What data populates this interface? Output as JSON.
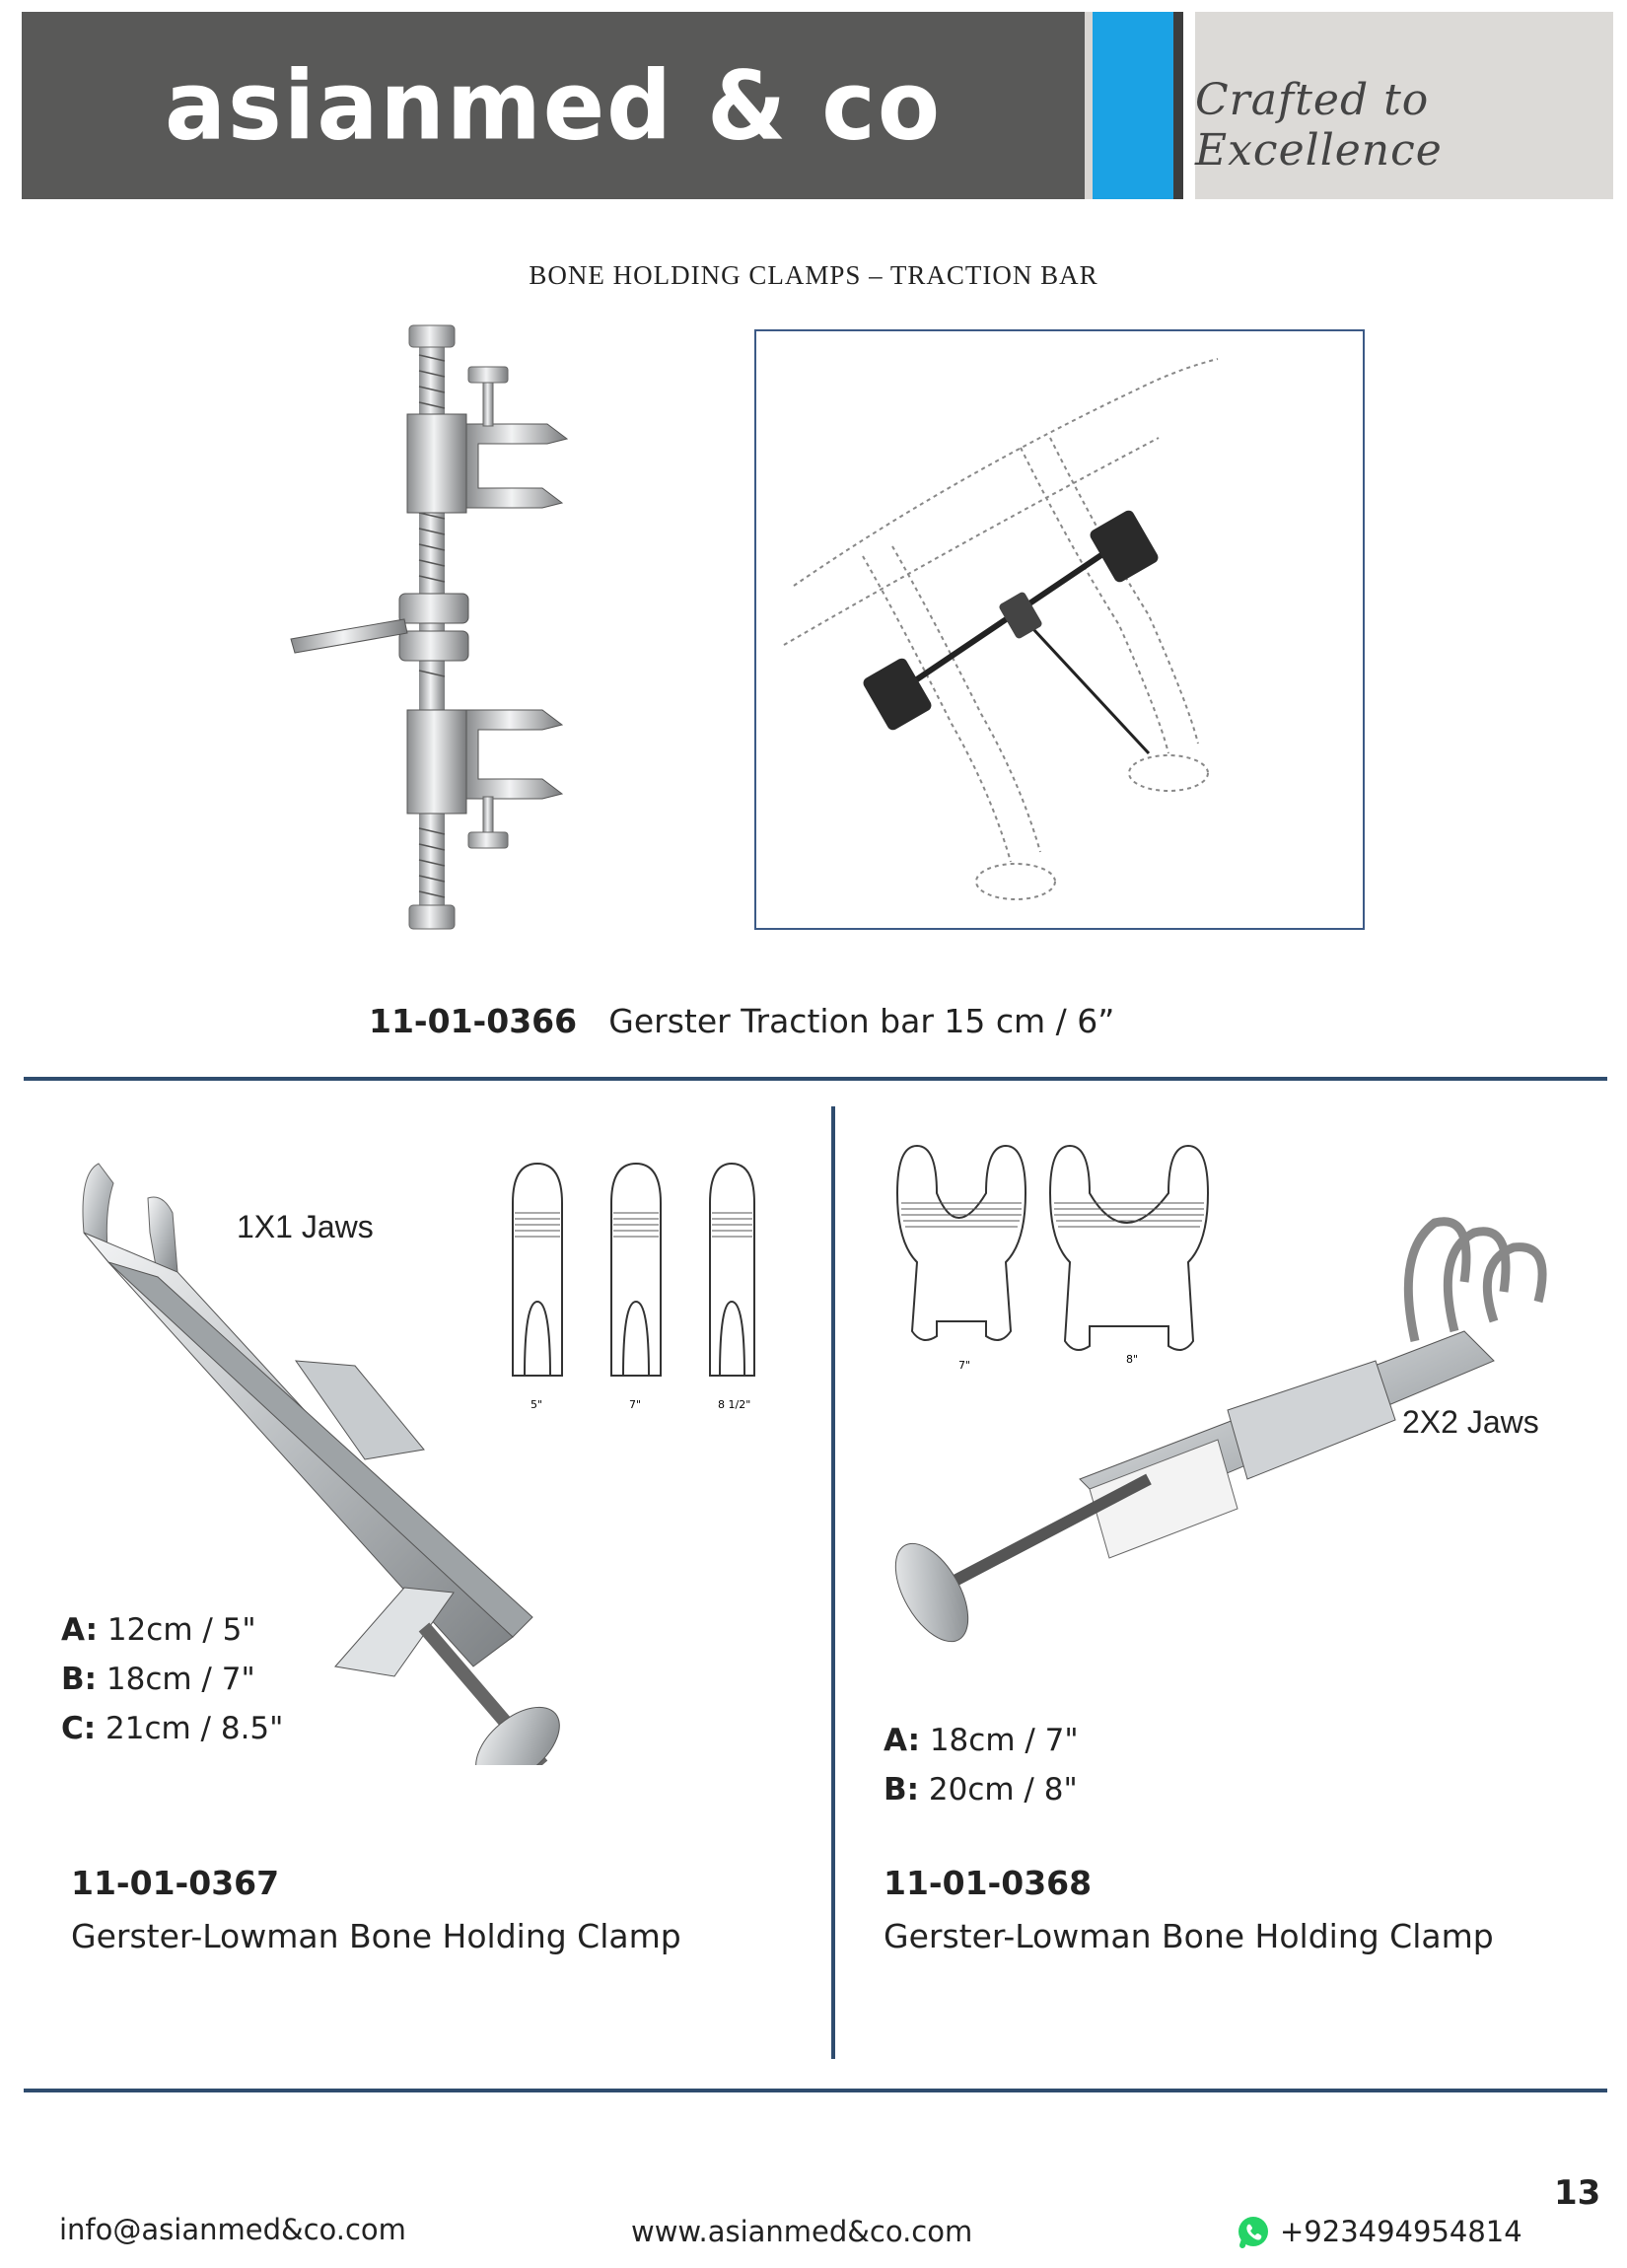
{
  "header": {
    "logo_text": "asianmed & co",
    "tagline": "Crafted to Excellence"
  },
  "section_title": "BONE HOLDING CLAMPS – TRACTION BAR",
  "products": [
    {
      "code": "11-01-0366",
      "name": "Gerster Traction bar 15 cm / 6”"
    },
    {
      "code": "11-01-0367",
      "name": "Gerster-Lowman Bone Holding Clamp",
      "jaws_label": "1X1 Jaws",
      "sizes": [
        {
          "letter": "A:",
          "value": " 12cm / 5\""
        },
        {
          "letter": "B:",
          "value": " 18cm / 7\""
        },
        {
          "letter": "C:",
          "value": " 21cm / 8.5\""
        }
      ],
      "diagram_labels": [
        "5\"",
        "7\"",
        "8 1/2\""
      ]
    },
    {
      "code": "11-01-0368",
      "name": "Gerster-Lowman Bone Holding Clamp",
      "jaws_label": "2X2 Jaws",
      "sizes": [
        {
          "letter": "A:",
          "value": " 18cm / 7\""
        },
        {
          "letter": "B:",
          "value": " 20cm / 8\""
        }
      ],
      "diagram_labels": [
        "7\"",
        "8\""
      ]
    }
  ],
  "footer": {
    "email": "info@asianmed&co.com",
    "website": "www.asianmed&co.com",
    "phone": "+923494954814",
    "page_number": "13"
  },
  "colors": {
    "header_dark": "#595958",
    "header_blue": "#1ba2e4",
    "header_gray": "#dcdad7",
    "rule": "#2f4c6e",
    "whatsapp_green": "#25d366"
  }
}
